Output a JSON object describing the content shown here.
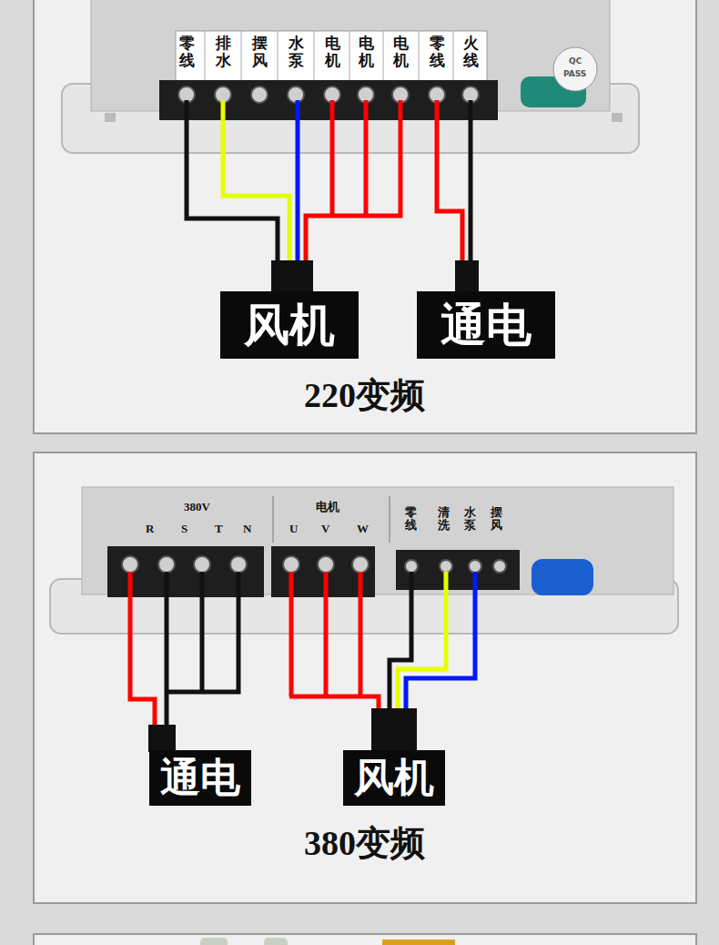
{
  "diagram": {
    "nodes": [
      {
        "text": [
          "风机"
        ]
      },
      {
        "text": [
          "通电"
        ]
      },
      {
        "text": [
          "通电"
        ]
      },
      {
        "text": [
          "风机"
        ]
      }
    ],
    "labels": [
      "零线",
      "排水",
      "摆风",
      "水泵",
      "电机",
      "电机",
      "电机",
      "零线",
      "火线",
      "QC",
      "PASS",
      "220变频",
      "380V",
      "R",
      "S",
      "T",
      "N",
      "电机",
      "U",
      "V",
      "W",
      "零线",
      "清洗",
      "水泵",
      "摆风",
      "380变频"
    ]
  }
}
